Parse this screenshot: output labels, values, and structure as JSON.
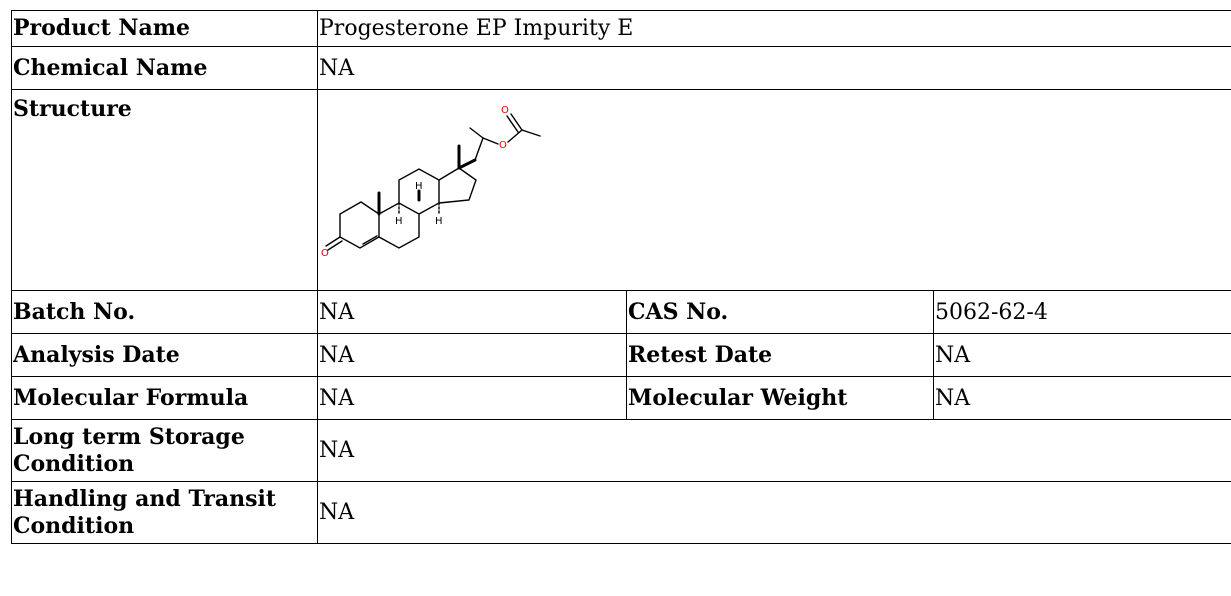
{
  "table": {
    "product_name_label": "Product Name",
    "product_name_value": "Progesterone EP Impurity E",
    "chemical_name_label": "Chemical Name",
    "chemical_name_value": "NA",
    "structure_label": "Structure",
    "batch_no_label": "Batch No.",
    "batch_no_value": "NA",
    "cas_no_label": "CAS No.",
    "cas_no_value": "5062-62-4",
    "analysis_date_label": "Analysis Date",
    "analysis_date_value": "NA",
    "retest_date_label": "Retest Date",
    "retest_date_value": "NA",
    "molecular_formula_label": "Molecular Formula",
    "molecular_formula_value": "NA",
    "molecular_weight_label": "Molecular Weight",
    "molecular_weight_value": "NA",
    "storage_label": "Long term Storage Condition",
    "storage_value": "NA",
    "handling_label": "Handling and Transit Condition",
    "handling_value": "NA"
  },
  "structure": {
    "atom_labels": {
      "o_carbonyl": "O",
      "o_ester": "O",
      "o_ketone": "O",
      "h_c9": "H",
      "h_c8": "H",
      "h_c14": "H"
    },
    "colors": {
      "oxygen": "#e00000",
      "bond": "#000000"
    }
  }
}
